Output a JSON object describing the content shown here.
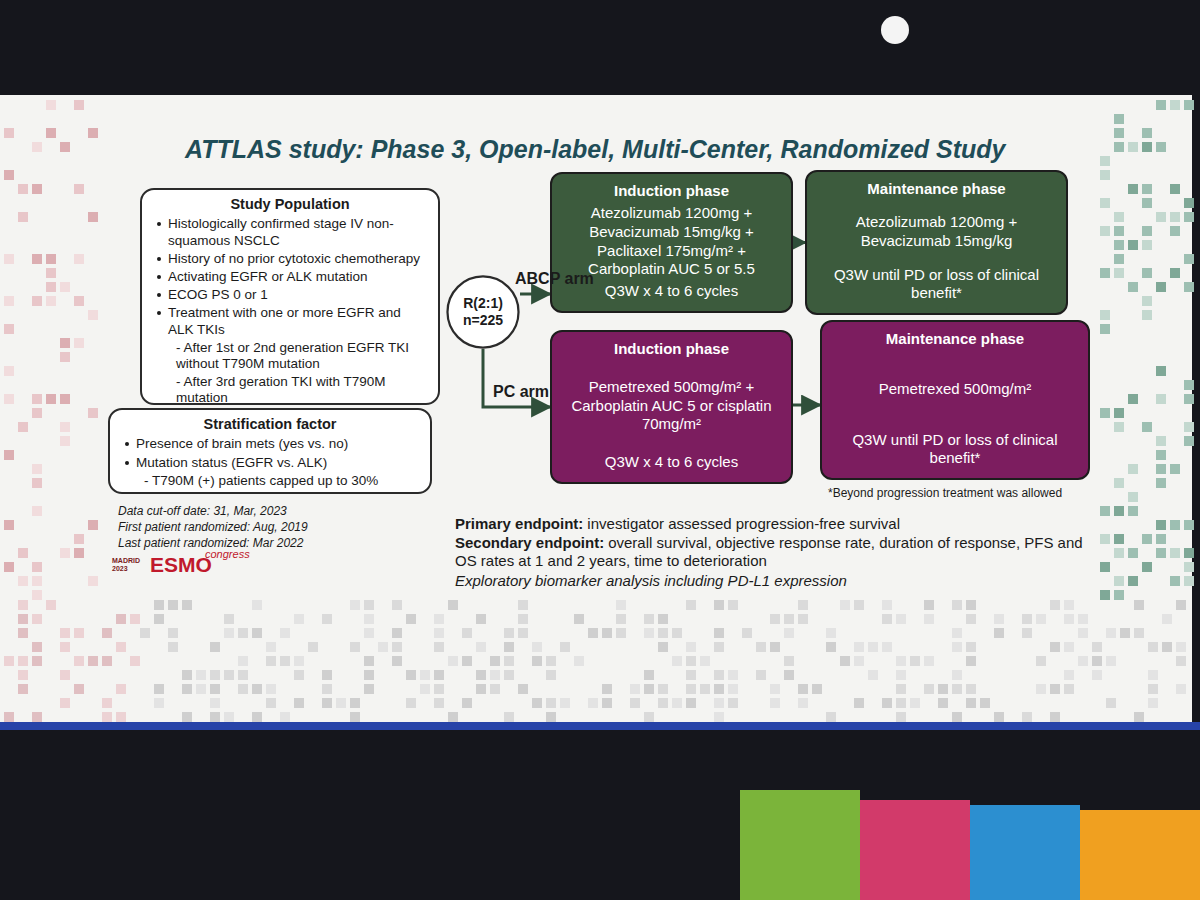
{
  "diagram": {
    "title": "ATTLAS study: Phase 3, Open-label, Multi-Center, Randomized Study",
    "nodes": [
      {
        "text": [
          "Study Population",
          "Histologically confirmed stage IV non-squamous NSCLC",
          "History of no prior cytotoxic chemotherapy",
          "Activating EGFR or ALK mutation",
          "ECOG PS 0 or 1",
          "Treatment with one or more EGFR and ALK TKIs",
          "- After 1st or 2nd generation EGFR TKI without T790M mutation",
          "- After 3rd geration TKI with T790M mutation"
        ]
      },
      {
        "text": [
          "Stratification factor",
          "Presence of brain mets (yes vs. no)",
          "Mutation status (EGFR vs. ALK)",
          "- T790M (+) patients capped up to 30%"
        ]
      },
      {
        "text": [
          "R(2:1)",
          "n=225"
        ]
      },
      {
        "text": [
          "Induction phase",
          "Atezolizumab 1200mg + Bevacizumab 15mg/kg + Paclitaxel 175mg/m² + Carboplatin AUC 5 or 5.5",
          "Q3W x 4 to 6 cycles"
        ]
      },
      {
        "text": [
          "Maintenance phase",
          "Atezolizumab 1200mg + Bevacizumab 15mg/kg",
          "Q3W until PD or loss of clinical benefit*"
        ]
      },
      {
        "text": [
          "Induction phase",
          "Pemetrexed 500mg/m² + Carboplatin AUC 5 or cisplatin 70mg/m²",
          "Q3W x 4 to 6 cycles"
        ]
      },
      {
        "text": [
          "Maintenance phase",
          "Pemetrexed 500mg/m²",
          "Q3W until PD or loss of clinical benefit*"
        ]
      }
    ],
    "edges": [
      {
        "from": 2,
        "to": 3,
        "label": "ABCP arm",
        "arrow": "to"
      },
      {
        "from": 2,
        "to": 5,
        "label": "PC arm",
        "arrow": "to"
      },
      {
        "from": 3,
        "to": 4,
        "arrow": "to"
      },
      {
        "from": 5,
        "to": 6,
        "arrow": "to"
      }
    ],
    "labels": [
      "*Beyond progression treatment was allowed",
      "Primary endpoint:",
      "investigator assessed progression-free survival",
      "Secondary endpoint:",
      "overall survival, objective response rate, duration of response, PFS and OS rates at 1 and 2 years, time to deterioration",
      "Exploratory biomarker analysis including PD-L1 expression",
      "Data cut-off date: 31, Mar, 2023",
      "First patient randomized: Aug, 2019",
      "Last patient randomized: Mar 2022",
      "MADRID 2023",
      "ESMO",
      "congress"
    ]
  }
}
